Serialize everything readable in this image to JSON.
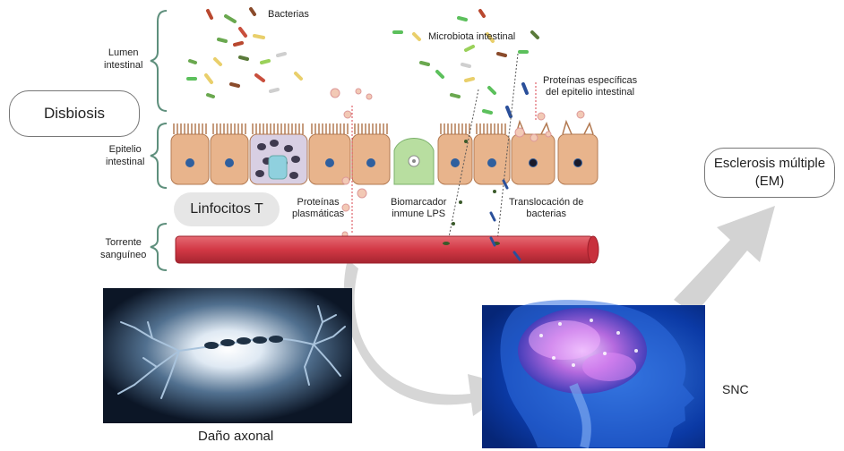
{
  "labels": {
    "bacterias": "Bacterias",
    "microbiota": "Microbiota intestinal",
    "proteinas_especificas": [
      "Proteínas específicas",
      "del epitelio intestinal"
    ],
    "lumen": [
      "Lumen",
      "intestinal"
    ],
    "epitelio": [
      "Epitelio",
      "intestinal"
    ],
    "torrente": [
      "Torrente",
      "sanguíneo"
    ],
    "proteinas_plasmaticas": [
      "Proteínas",
      "plasmáticas"
    ],
    "biomarcador": [
      "Biomarcador",
      "inmune LPS"
    ],
    "translocacion": [
      "Translocación de",
      "bacterias"
    ],
    "snc": "SNC",
    "dano_axonal": "Daño axonal"
  },
  "boxes": {
    "disbiosis": "Disbiosis",
    "linfocitos": "Linfocitos T",
    "esclerosis": [
      "Esclerosis múltiple",
      "(EM)"
    ]
  },
  "colors": {
    "cell": "#e8b48c",
    "cell_border": "#b37a52",
    "nucleus": "#2f5f9e",
    "goblet": "#b6a4c7",
    "goblet_cell": "#d8cfe3",
    "green_cell": "#b8dea0",
    "vessel": "#d9434e",
    "vessel_dark": "#a82a34",
    "bracket": "#5e8f7c",
    "arrow": "#d3d3d3",
    "neuron_bg": "#0e1a2c",
    "brain_bg": "#0a2f8f"
  },
  "icons": [
    "bracket-icon",
    "blood-vessel-icon",
    "neuron-image-icon",
    "brain-image-icon",
    "curved-arrow-icon",
    "up-arrow-icon"
  ]
}
